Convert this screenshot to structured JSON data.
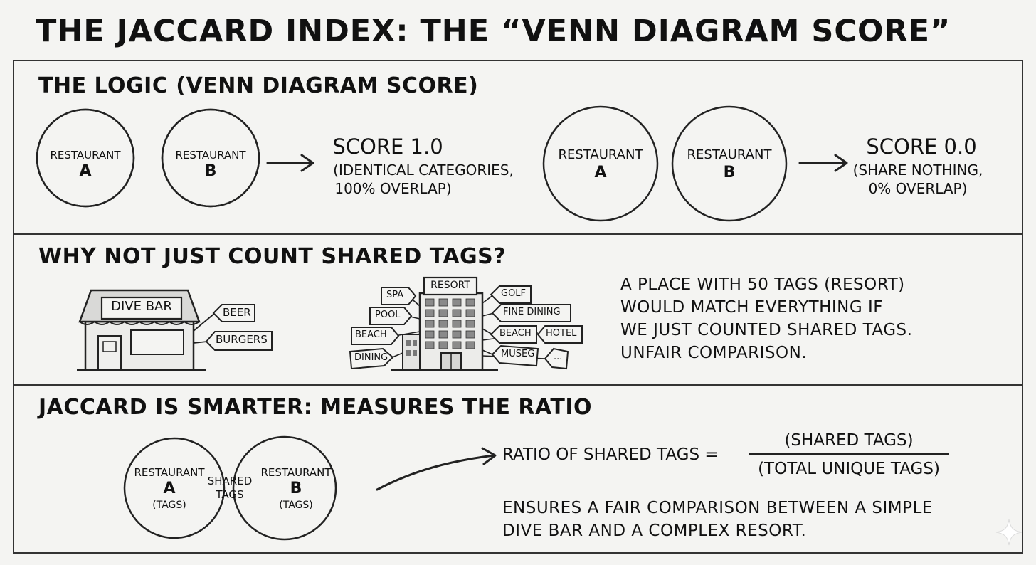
{
  "title": "THE JACCARD INDEX: THE “VENN DIAGRAM SCORE”",
  "logic": {
    "heading": "THE LOGIC (VENN DIAGRAM SCORE)",
    "left": {
      "a_label": "RESTAURANT",
      "a_letter": "A",
      "b_label": "RESTAURANT",
      "b_letter": "B",
      "score": "SCORE 1.0",
      "note_line1": "(IDENTICAL CATEGORIES,",
      "note_line2": "100% OVERLAP)"
    },
    "right": {
      "a_label": "RESTAURANT",
      "a_letter": "A",
      "b_label": "RESTAURANT",
      "b_letter": "B",
      "score": "SCORE 0.0",
      "note_line1": "(SHARE NOTHING,",
      "note_line2": "0% OVERLAP)"
    }
  },
  "why": {
    "heading": "WHY NOT JUST COUNT SHARED TAGS?",
    "dive_bar": {
      "sign": "DIVE BAR",
      "tags": [
        "BEER",
        "BURGERS"
      ]
    },
    "resort": {
      "sign": "RESORT",
      "left_tags": [
        "SPA",
        "POOL",
        "BEACH",
        "DINING"
      ],
      "right_tags": [
        "GOLF",
        "FINE DINING",
        "BEACH",
        "HOTEL",
        "MUSEG",
        "..."
      ]
    },
    "text": [
      "A PLACE WITH 50 TAGS (RESORT)",
      "WOULD MATCH EVERYTHING IF",
      "WE JUST COUNTED SHARED TAGS.",
      "UNFAIR COMPARISON."
    ]
  },
  "jaccard": {
    "heading": "JACCARD IS SMARTER: MEASURES THE RATIO",
    "a_label": "RESTAURANT",
    "a_letter": "A",
    "a_sub": "(TAGS)",
    "shared_line1": "SHARED",
    "shared_line2": "TAGS",
    "b_label": "RESTAURANT",
    "b_letter": "B",
    "b_sub": "(TAGS)",
    "formula_lhs": "RATIO OF SHARED TAGS =",
    "numerator": "(SHARED TAGS)",
    "denominator": "(TOTAL UNIQUE TAGS)",
    "note": [
      "ENSURES A FAIR COMPARISON BETWEEN A SIMPLE",
      "DIVE BAR AND A COMPLEX RESORT."
    ]
  }
}
